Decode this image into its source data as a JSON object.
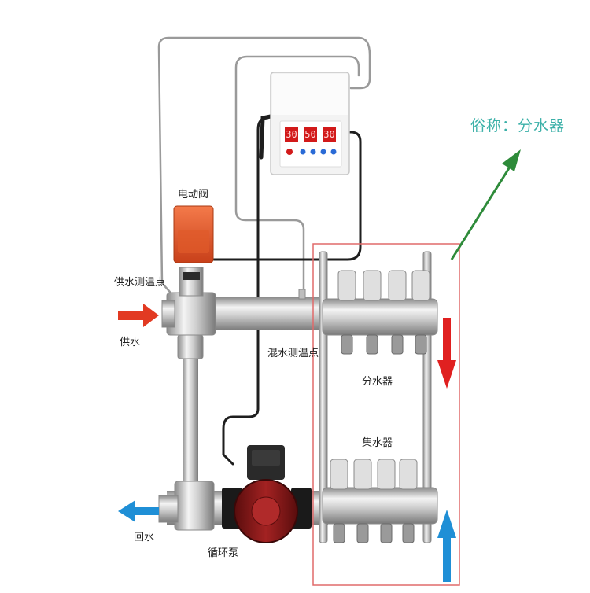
{
  "labels": {
    "alias": "俗称：分水器",
    "electric_valve": "电动阀",
    "supply_temp_point": "供水测温点",
    "supply_water": "供水",
    "mixed_temp_point": "混水测温点",
    "distributor": "分水器",
    "collector": "集水器",
    "return_water": "回水",
    "circulation_pump": "循环泵"
  },
  "controller": {
    "display_1": "30",
    "display_2": "50",
    "display_3": "30"
  },
  "colors": {
    "supply_arrow": "#e23a22",
    "return_arrow": "#1f8fd6",
    "flow_down_arrow": "#e02020",
    "flow_up_arrow": "#1f8fd6",
    "pointer_arrow": "#2e8b3a",
    "highlight_box": "#e06a6a",
    "alias_text": "#3bb0a8",
    "valve_actuator": "#e8552b",
    "pump_body": "#8b1a1a"
  }
}
